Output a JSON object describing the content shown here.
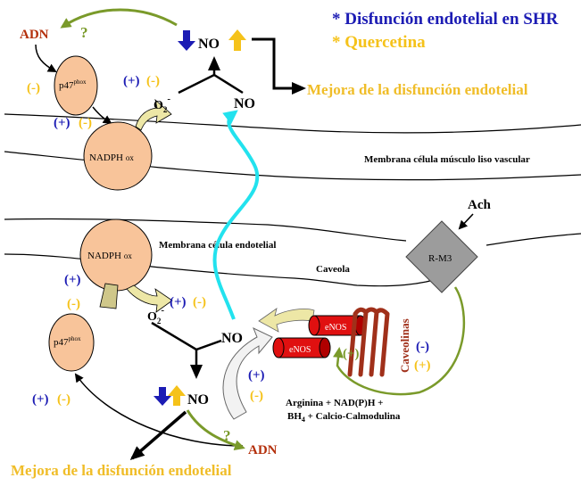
{
  "legend": {
    "shr": "* Disfunción endotelial en SHR",
    "quercetin": "* Quercetina"
  },
  "colors": {
    "blue": "#1c1cb4",
    "yellow": "#f5c21a",
    "orange_text": "#f0bd28",
    "red_text": "#b4300c",
    "green_line": "#7a9a2a",
    "cyan": "#22e2ee",
    "node_fill": "#f8c49a",
    "enos_red": "#e01010",
    "caveolin_brown": "#a0301a",
    "receptor_gray": "#9c9c9c",
    "olive_arrow": "#d4cc8a"
  },
  "top": {
    "adn": "ADN",
    "question": "?",
    "p47": "p47",
    "p47_sup": "phox",
    "nadph": "NADPH",
    "nadph_sub": "ox",
    "o2": "O",
    "o2_sub": "2",
    "o2_sup": "-",
    "no_top": "NO",
    "no_right": "NO",
    "plus": "(+)",
    "minus": "(-)",
    "improvement": "Mejora de la disfunción endotelial"
  },
  "membranes": {
    "vsm": "Membrana célula músculo liso vascular",
    "endothelial": "Membrana célula endotelial",
    "caveola": "Caveola"
  },
  "bottom": {
    "nadph": "NADPH",
    "nadph_sub": "ox",
    "p47": "p47",
    "p47_sup": "phox",
    "o2": "O",
    "o2_sub": "2",
    "o2_sup": "-",
    "no_center": "NO",
    "no_lower": "NO",
    "adn": "ADN",
    "question": "?",
    "plus": "(+)",
    "minus": "(-)",
    "improvement": "Mejora de la disfunción endotelial",
    "enos": "eNOS",
    "caveolinas": "Caveolinas",
    "ach": "Ach",
    "rm3": "R-M3",
    "substrates_line1": "Arginina + NAD(P)H +",
    "substrates_bh": "BH",
    "substrates_bh_sub": "4",
    "substrates_line2_rest": " + Calcio-Calmodulina"
  }
}
